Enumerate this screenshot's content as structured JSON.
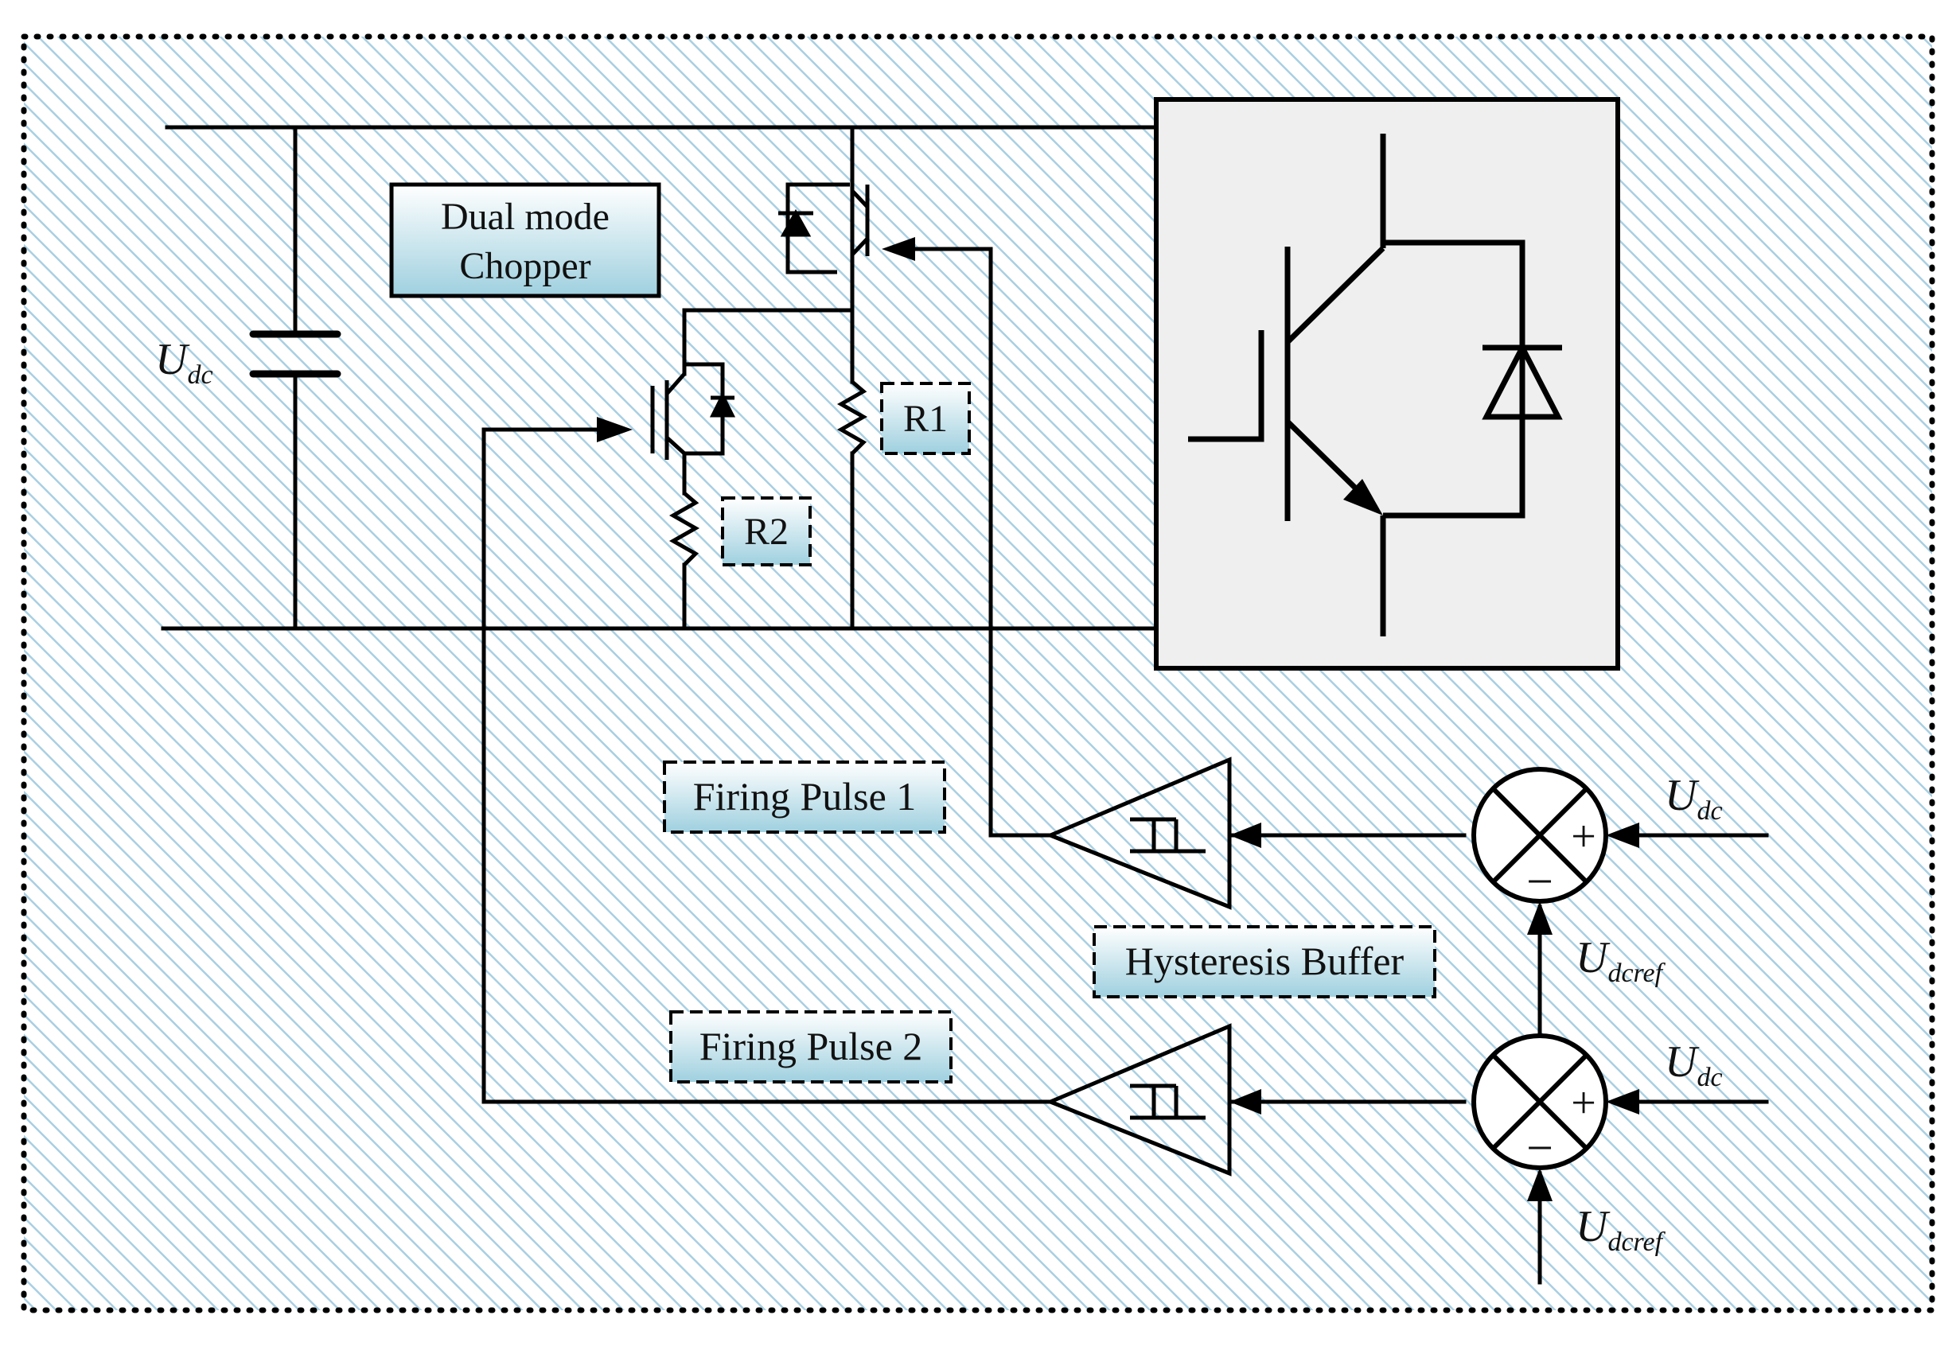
{
  "labels": {
    "chopper_line1": "Dual mode",
    "chopper_line2": "Chopper",
    "r1": "R1",
    "r2": "R2",
    "firing1": "Firing Pulse 1",
    "firing2": "Firing Pulse 2",
    "hysteresis": "Hysteresis Buffer",
    "udc_main": "U",
    "udc_main_sub": "dc",
    "udc_in1": "U",
    "udc_in1_sub": "dc",
    "udcref1": "U",
    "udcref1_sub": "dcref",
    "udc_in2": "U",
    "udc_in2_sub": "dc",
    "udcref2": "U",
    "udcref2_sub": "dcref",
    "plus": "+",
    "minus": "−"
  },
  "colors": {
    "line": "#000000",
    "hatch": "#a9cfe2",
    "label_box_top": "#ffffff",
    "label_box_bottom": "#9fd0df",
    "igbt_box_fill": "#efefef"
  }
}
